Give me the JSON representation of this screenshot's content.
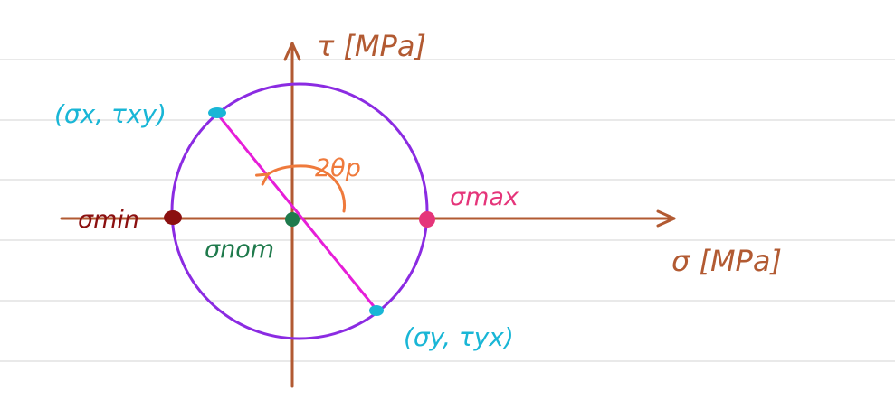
{
  "colors": {
    "paper_lines": "#dcdcdc",
    "axes": "#b25a32",
    "circle": "#8b2be2",
    "diameter": "#e61ed8",
    "coord_points": "#19b6d6",
    "sigma_min": "#8b1010",
    "sigma_max": "#e5357a",
    "sigma_nom": "#1f7a4c",
    "angle": "#ef7a3c"
  },
  "diagram": {
    "tau_axis_label": "τ [MPa]",
    "sigma_axis_label": "σ [MPa]",
    "point_x_label": "(σx, τxy)",
    "point_y_label": "(σy, τyx)",
    "sigma_min_label": "σmin",
    "sigma_max_label": "σmax",
    "sigma_nom_label": "σnom",
    "angle_label": "2θp"
  }
}
